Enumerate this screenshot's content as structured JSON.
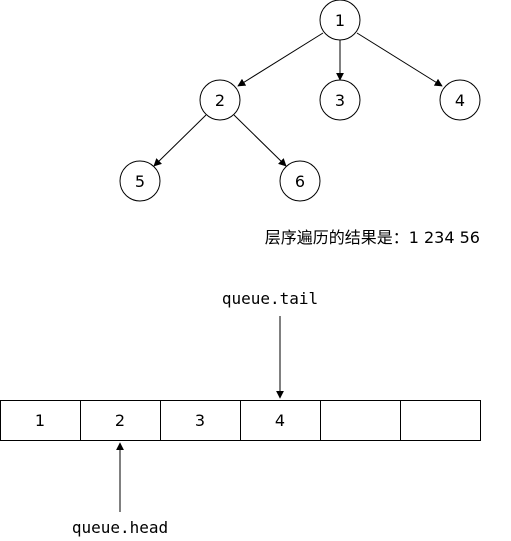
{
  "tree": {
    "nodes": [
      {
        "id": "n1",
        "label": "1"
      },
      {
        "id": "n2",
        "label": "2"
      },
      {
        "id": "n3",
        "label": "3"
      },
      {
        "id": "n4",
        "label": "4"
      },
      {
        "id": "n5",
        "label": "5"
      },
      {
        "id": "n6",
        "label": "6"
      }
    ],
    "edges": [
      {
        "from": "n1",
        "to": "n2"
      },
      {
        "from": "n1",
        "to": "n3"
      },
      {
        "from": "n1",
        "to": "n4"
      },
      {
        "from": "n2",
        "to": "n5"
      },
      {
        "from": "n2",
        "to": "n6"
      }
    ]
  },
  "caption": "层序遍历的结果是：1 234 56",
  "queue": {
    "cells": [
      "1",
      "2",
      "3",
      "4",
      "",
      ""
    ],
    "tail_label": "queue.tail",
    "head_label": "queue.head"
  },
  "colors": {
    "stroke": "#000000",
    "background": "#ffffff"
  }
}
